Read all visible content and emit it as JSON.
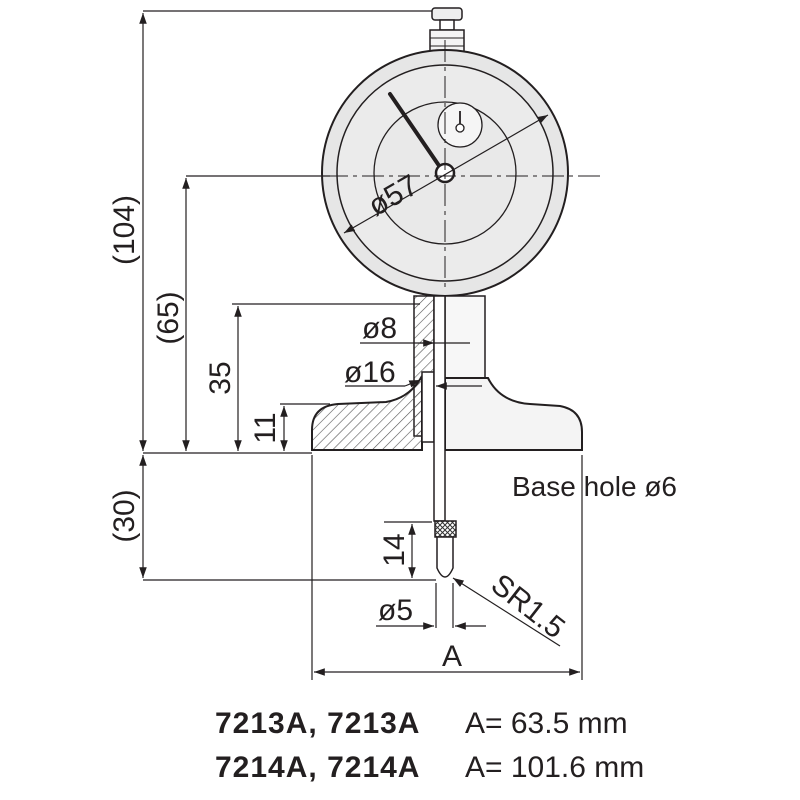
{
  "dimensions": {
    "total_height": "(104)",
    "gauge_height": "(65)",
    "stem_height": "35",
    "base_height": "11",
    "probe_length": "(30)",
    "tip_length": "14",
    "dial_diameter": "ø57",
    "stem_diameter": "ø8",
    "collar_diameter": "ø16",
    "probe_diameter": "ø5",
    "tip_radius": "SR1.5",
    "base_width_label": "A"
  },
  "notes": {
    "base_hole": "Base hole ø6"
  },
  "models": [
    {
      "code": "7213A, 7213A",
      "a_value": "A= 63.5 mm"
    },
    {
      "code": "7214A, 7214A",
      "a_value": "A= 101.6 mm"
    }
  ],
  "colors": {
    "line": "#231f20",
    "dial_fill": "#e6e6e6",
    "body_fill": "#efefef",
    "hatch": "#555555"
  }
}
